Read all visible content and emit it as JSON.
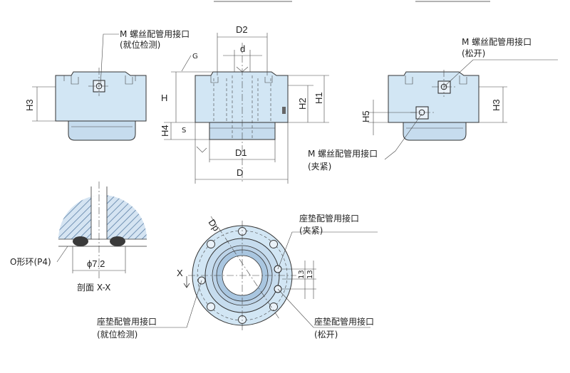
{
  "labels": {
    "port_m_detect": [
      "M 螺丝配管用接口",
      "(就位检测)"
    ],
    "port_m_release": [
      "M 螺丝配管用接口",
      "(松开)"
    ],
    "port_m_clamp": [
      "M 螺丝配管用接口",
      "(夹紧)"
    ],
    "port_seat_clamp": [
      "座垫配管用接口",
      "(夹紧)"
    ],
    "port_seat_detect": [
      "座垫配管用接口",
      "(就位检测)"
    ],
    "port_seat_release": [
      "座垫配管用接口",
      "(松开)"
    ],
    "o_ring": "O形环(P4)",
    "phi": "ϕ7.2",
    "section": "剖面 X-X"
  },
  "dimensions": {
    "D2": "D2",
    "d": "d",
    "H": "H",
    "H4": "H4",
    "D1": "D1",
    "D": "D",
    "H2": "H2",
    "H1": "H1",
    "H3_left": "H3",
    "H3_right": "H3",
    "H5": "H5",
    "Dp": "Dp",
    "X": "X",
    "v13a": "13",
    "v13b": "13",
    "G": "G",
    "S": "S"
  },
  "colors": {
    "body": "#d2e6f4",
    "base": "#c6dcee",
    "hatch": "#5a7fa6",
    "hatch_bg": "#d5e4f2"
  }
}
